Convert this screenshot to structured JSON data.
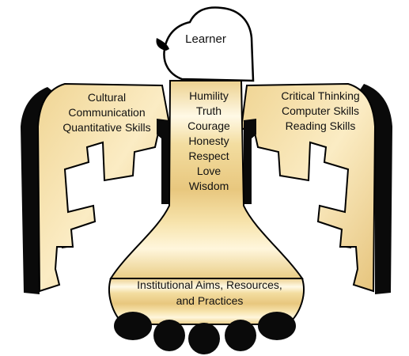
{
  "diagram": {
    "head": {
      "label": "Learner"
    },
    "left_wing": {
      "lines": [
        "Cultural",
        "Communication",
        "Quantitative Skills"
      ]
    },
    "right_wing": {
      "lines": [
        "Critical Thinking",
        "Computer Skills",
        "Reading Skills"
      ]
    },
    "body": {
      "lines": [
        "Humility",
        "Truth",
        "Courage",
        "Honesty",
        "Respect",
        "Love",
        "Wisdom"
      ]
    },
    "tail": {
      "lines": [
        "Institutional Aims, Resources,",
        "and Practices"
      ]
    },
    "colors": {
      "shadow": "#0a0a0a",
      "outline": "#000000",
      "fill_light": "#fffbe8",
      "fill_mid": "#f6e2a6",
      "fill_dark": "#e3c171"
    }
  }
}
